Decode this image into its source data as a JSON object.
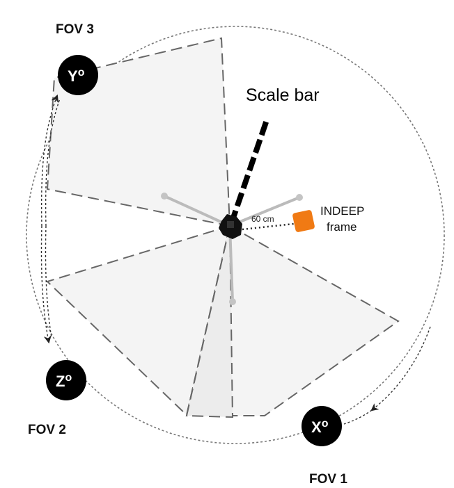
{
  "labels": {
    "fov1": "FOV 1",
    "fov2": "FOV 2",
    "fov3": "FOV 3",
    "scale_bar": "Scale bar",
    "frame_line1": "INDEEP",
    "frame_line2": "frame",
    "distance": "60 cm"
  },
  "markers": {
    "x": {
      "letter": "X",
      "sup": "o"
    },
    "y": {
      "letter": "Y",
      "sup": "o"
    },
    "z": {
      "letter": "Z",
      "sup": "o"
    }
  },
  "colors": {
    "frame_orange": "#f07a14",
    "marker_fill": "#000000",
    "wedge_fill": "#f4f4f4"
  }
}
